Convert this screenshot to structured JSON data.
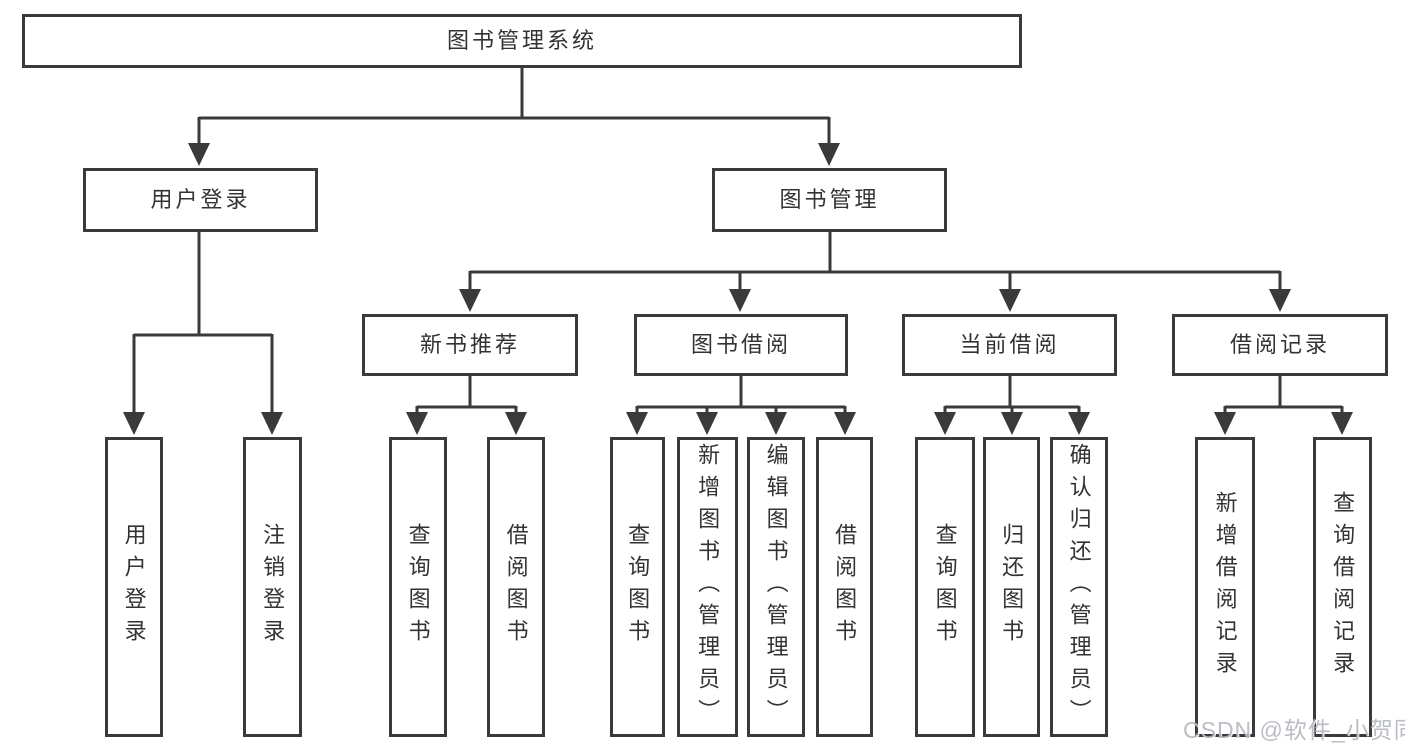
{
  "colors": {
    "line_color": "#3a3a3a",
    "text_color": "#333333",
    "watermark_color": "#b5b9c0",
    "bg_color": "#ffffff"
  },
  "watermark": {
    "label": "CSDN @软件_小贺同学"
  },
  "tree": {
    "root": {
      "label": "图书管理系统"
    },
    "branches": [
      {
        "label": "用户登录",
        "children": [
          {
            "label": "用户登录"
          },
          {
            "label": "注销登录"
          }
        ]
      },
      {
        "label": "图书管理",
        "children": [
          {
            "label": "新书推荐",
            "children": [
              {
                "label": "查询图书"
              },
              {
                "label": "借阅图书"
              }
            ]
          },
          {
            "label": "图书借阅",
            "children": [
              {
                "label": "查询图书"
              },
              {
                "label": "新增图书（管理员）"
              },
              {
                "label": "编辑图书（管理员）"
              },
              {
                "label": "借阅图书"
              }
            ]
          },
          {
            "label": "当前借阅",
            "children": [
              {
                "label": "查询图书"
              },
              {
                "label": "归还图书"
              },
              {
                "label": "确认归还（管理员）"
              }
            ]
          },
          {
            "label": "借阅记录",
            "children": [
              {
                "label": "新增借阅记录"
              },
              {
                "label": "查询借阅记录"
              }
            ]
          }
        ]
      }
    ]
  }
}
